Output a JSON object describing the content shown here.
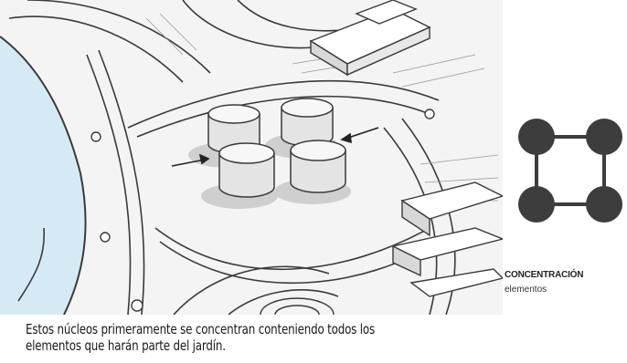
{
  "caption": {
    "line1": "Estos núcleos primeramente se concentran conteniendo todos los",
    "line2": "elementos que harán parte del jardín."
  },
  "legend": {
    "title": "CONCENTRACIÓN",
    "subtitle": "elementos",
    "node_color": "#3d3d3d"
  },
  "colors": {
    "water": "#d6eaf6",
    "line": "#3a3a3a",
    "cylinder_fill": "#e4e4e4",
    "shadow": "#cfcfcf"
  }
}
